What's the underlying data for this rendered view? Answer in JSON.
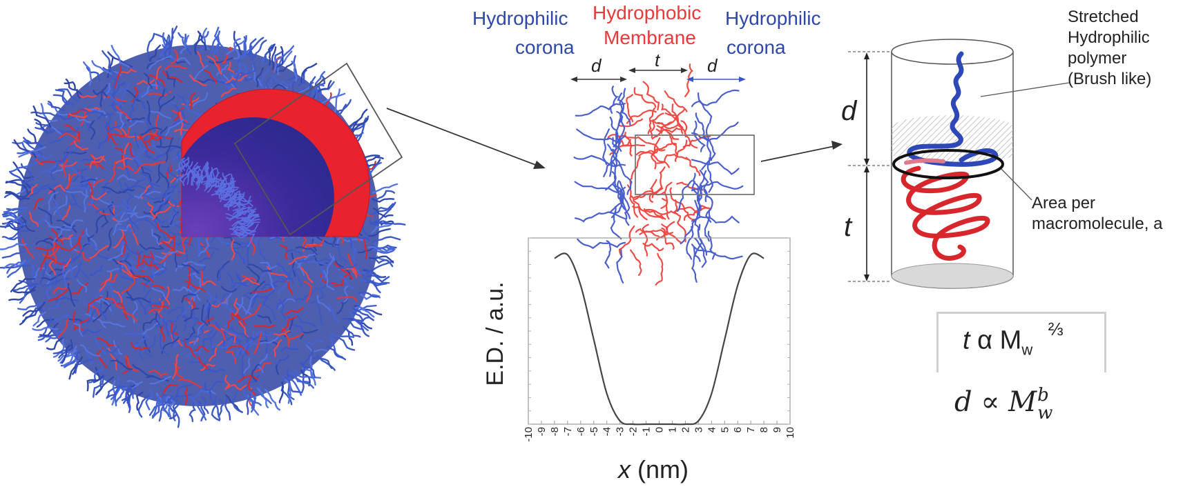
{
  "labels": {
    "hydrophilic_left": "Hydrophilic",
    "corona_left": "corona",
    "hydrophobic": "Hydrophobic",
    "membrane": "Membrane",
    "hydrophilic_right": "Hydrophilic",
    "corona_right": "corona",
    "dim_d_left": "d",
    "dim_t": "t",
    "dim_d_right": "d",
    "stretched_1": "Stretched",
    "stretched_2": "Hydrophilic",
    "stretched_3": "polymer",
    "stretched_4": "(Brush like)",
    "cyl_d": "d",
    "cyl_t": "t",
    "area_1": "Area per",
    "area_2": "macromolecule, a"
  },
  "formula_t": {
    "var": "t",
    "alpha": "α",
    "M": "M",
    "sub": "w",
    "exp": "⅔"
  },
  "formula_d": {
    "var": "d",
    "prop": "∝",
    "M": "M",
    "sub": "w",
    "sup": "b"
  },
  "chart_data": {
    "type": "line",
    "ylabel": "E.D. / a.u.",
    "xlabel": "x (nm)",
    "xlabel_var": "x",
    "xlabel_unit": "(nm)",
    "xlim": [
      -10,
      10
    ],
    "ylim": [
      0,
      1.1
    ],
    "x_ticks": [
      -10,
      -9,
      -8,
      -7,
      -6,
      -5,
      -4,
      -3,
      -2,
      -1,
      0,
      1,
      2,
      3,
      4,
      5,
      6,
      7,
      8,
      9,
      10
    ],
    "series": [
      {
        "x": [
          -8,
          -7,
          -6,
          -5,
          -4,
          -3,
          -2,
          -1,
          0,
          1,
          2,
          3,
          4,
          5,
          6,
          7,
          8
        ],
        "y": [
          0.98,
          1.0,
          0.82,
          0.5,
          0.18,
          0.02,
          0.0,
          0.0,
          0.0,
          0.0,
          0.0,
          0.02,
          0.18,
          0.5,
          0.82,
          1.0,
          0.98
        ]
      }
    ],
    "grid": false
  },
  "colors": {
    "corona_blue": "#2e47a8",
    "membrane_red": "#e83a3a",
    "core_purple": "#4a2d9a",
    "line": "#444444"
  }
}
